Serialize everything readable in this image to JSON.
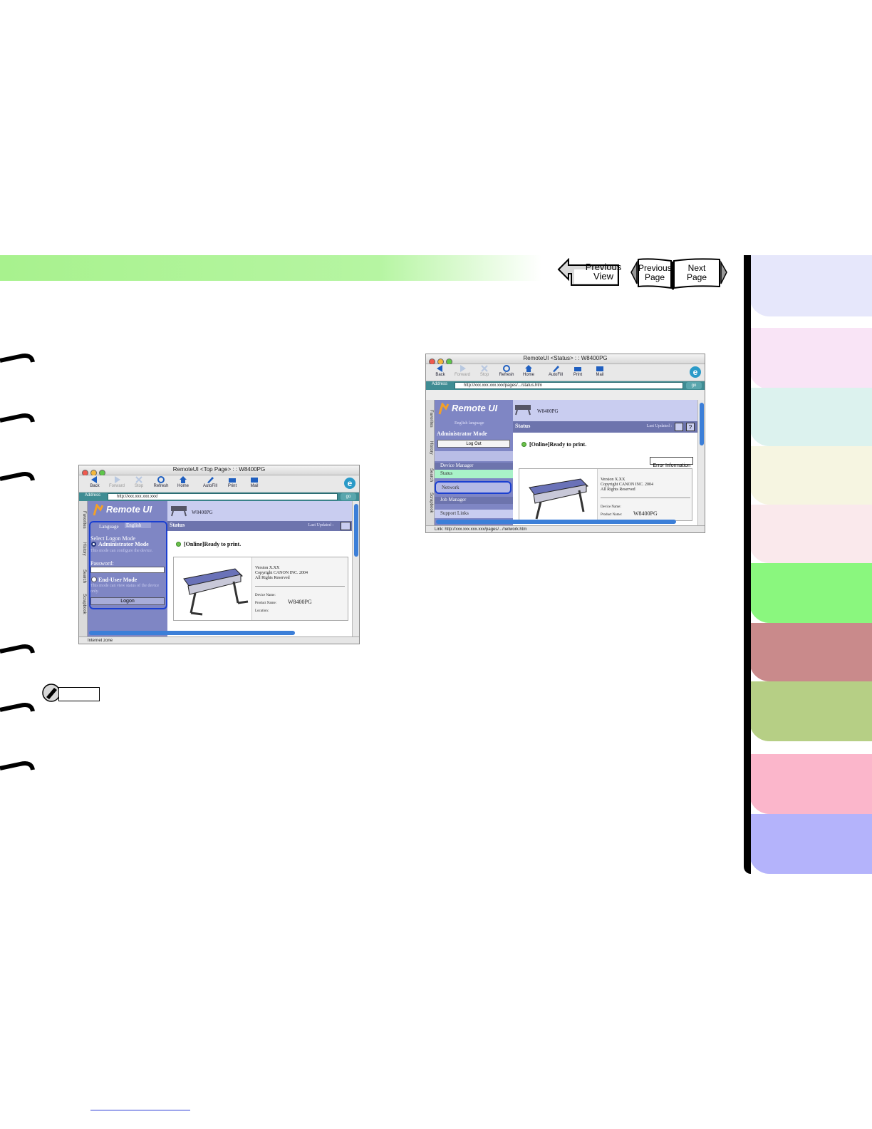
{
  "nav": {
    "previous_view": [
      "Previous",
      "View"
    ],
    "previous_page": [
      "Previous",
      "Page"
    ],
    "next_page": [
      "Next",
      "Page"
    ]
  },
  "colors": {
    "header_band": "#a8f28e",
    "tabs": [
      "#e6e7fb",
      "#f9e4f6",
      "#dcf2ee",
      "#f6f5e1",
      "#fae9ec",
      "#8af77e",
      "#c98a8b",
      "#b6cf85",
      "#fbb6cb",
      "#b4b3fb"
    ]
  },
  "window1": {
    "title": "RemoteUI <Top Page> : : W8400PG",
    "toolbar": [
      "Back",
      "Forward",
      "Stop",
      "Refresh",
      "Home",
      "AutoFill",
      "Print",
      "Mail"
    ],
    "address_label": "Address",
    "address": "http://xxx.xxx.xxx.xxx/",
    "go": "go",
    "sidebar_tabs": [
      "Favorites",
      "History",
      "Search",
      "Scrapbook"
    ],
    "logo": "Remote UI",
    "language_label": "Language",
    "language_value": "English",
    "select_logon": "Select Logon Mode",
    "admin_mode": "Administrator Mode",
    "admin_desc": "This mode can configure the device.",
    "password_label": "Password:",
    "enduser_mode": "End-User Mode",
    "enduser_desc": "This mode can view status of the device only.",
    "logon_button": "Logon",
    "device_name": "W8400PG",
    "status_heading": "Status",
    "last_updated": "Last Updated :",
    "ready": "[Online]Ready to print.",
    "version": "Version X.XX",
    "copyright": "Copyright CANON INC. 2004",
    "rights": "All Rights Reserved",
    "device_name_label": "Device Name:",
    "product_name_label": "Product Name:",
    "product_name": "W8400PG",
    "location_label": "Location:",
    "status_line": "Internet zone"
  },
  "window2": {
    "title": "RemoteUI <Status> : : W8400PG",
    "toolbar": [
      "Back",
      "Forward",
      "Stop",
      "Refresh",
      "Home",
      "AutoFill",
      "Print",
      "Mail"
    ],
    "address_label": "Address",
    "address": "http://xxx.xxx.xxx.xxx/pages/.../status.htm",
    "go": "go",
    "sidebar_tabs": [
      "Favorites",
      "History",
      "Search",
      "Scrapbook"
    ],
    "logo": "Remote UI",
    "language_text": "English language",
    "mode_label": "Administrator Mode",
    "logout_button": "Log Out",
    "device_manager": "Device Manager",
    "status_item": "Status",
    "network_item": "Network",
    "job_manager": "Job Manager",
    "support_links": "Support Links",
    "device_name": "W8400PG",
    "status_heading": "Status",
    "last_updated": "Last Updated :",
    "ready": "[Online]Ready to print.",
    "error_button": "Error Information",
    "version": "Version X.XX",
    "copyright": "Copyright CANON INC. 2004",
    "rights": "All Rights Reserved",
    "device_name_label": "Device Name:",
    "product_name_label": "Product Name:",
    "product_name": "W8400PG",
    "status_line": "Link: http://xxx.xxx.xxx.xxx/pages/.../network.htm"
  }
}
